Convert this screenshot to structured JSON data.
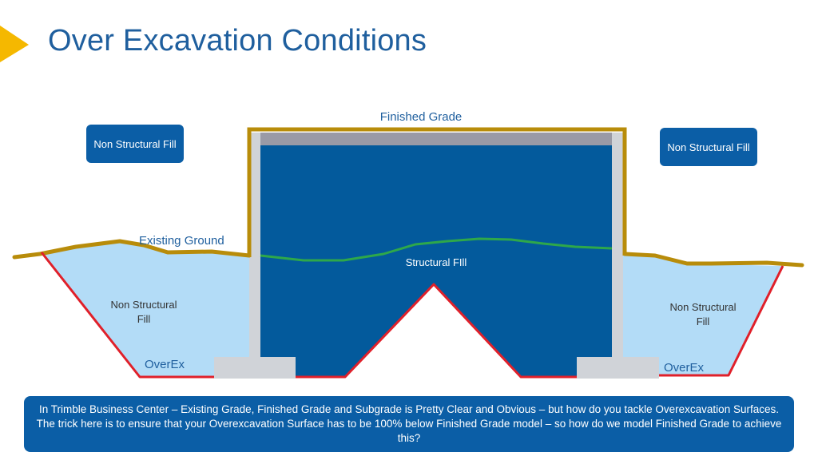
{
  "slide": {
    "title": "Over Excavation Conditions"
  },
  "diagram": {
    "finished_grade_label": "Finished Grade",
    "existing_ground_label": "Existing Ground",
    "structural_fill_label": "Structural FIll",
    "left_fill_line1": "Non Structural",
    "left_fill_line2": "Fill",
    "right_fill_line1": "Non Structural",
    "right_fill_line2": "Fill",
    "left_overex_label": "OverEx",
    "right_overex_label": "OverEx",
    "left_callout": "Non Structural Fill",
    "right_callout": "Non Structural Fill",
    "colors": {
      "structural_fill": "#035a9c",
      "non_structural_fill": "#b3dcf7",
      "finished_grade_line": "#b88c0a",
      "existing_ground_line": "#b88c0a",
      "overex_line": "#e0202a",
      "green_ground_line": "#2ea84a",
      "footing": "#d0d3d8",
      "accent": "#f5b800",
      "callout": "#0b5ea6"
    }
  },
  "note": {
    "text": "In Trimble Business Center – Existing Grade, Finished Grade and Subgrade is Pretty Clear and Obvious – but how do you tackle Overexcavation Surfaces. The trick here is to ensure that your Overexcavation Surface has to be 100% below Finished Grade model – so how do we model Finished Grade to achieve this?"
  }
}
